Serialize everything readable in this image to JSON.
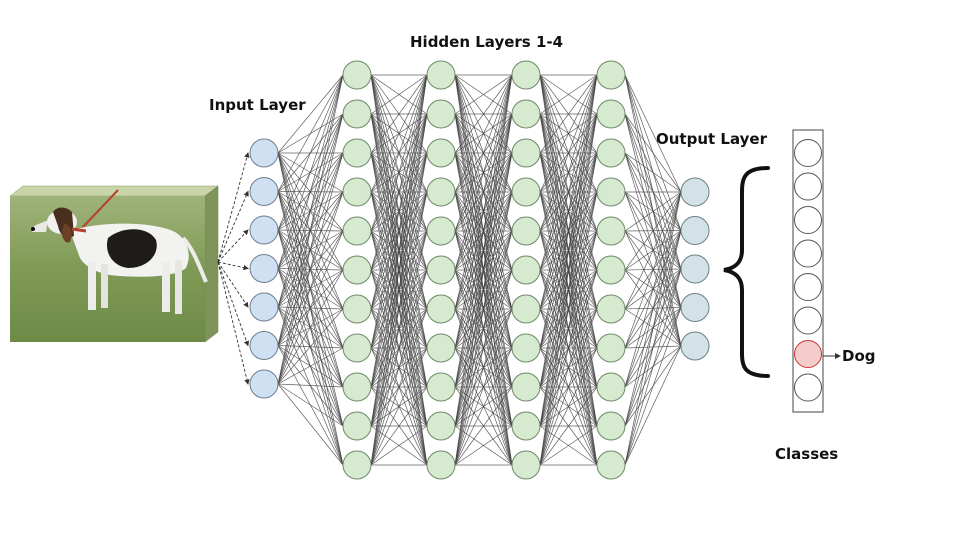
{
  "labels": {
    "hidden_layers": "Hidden Layers 1-4",
    "input_layer": "Input Layer",
    "output_layer": "Output Layer",
    "classes": "Classes",
    "predicted_class": "Dog"
  },
  "image": {
    "subject": "dog-photo"
  },
  "network": {
    "input_nodes": 7,
    "hidden_layers": 4,
    "hidden_nodes_per_layer": 11,
    "output_nodes": 5,
    "class_slots": 8,
    "predicted_class_index": 6
  },
  "colors": {
    "input_node": "#cfe0f3",
    "hidden_node": "#d6ead0",
    "output_node": "#d3e2e7",
    "highlight_node": "#f4cccc",
    "highlight_stroke": "#cc3333",
    "edge": "#444444"
  }
}
